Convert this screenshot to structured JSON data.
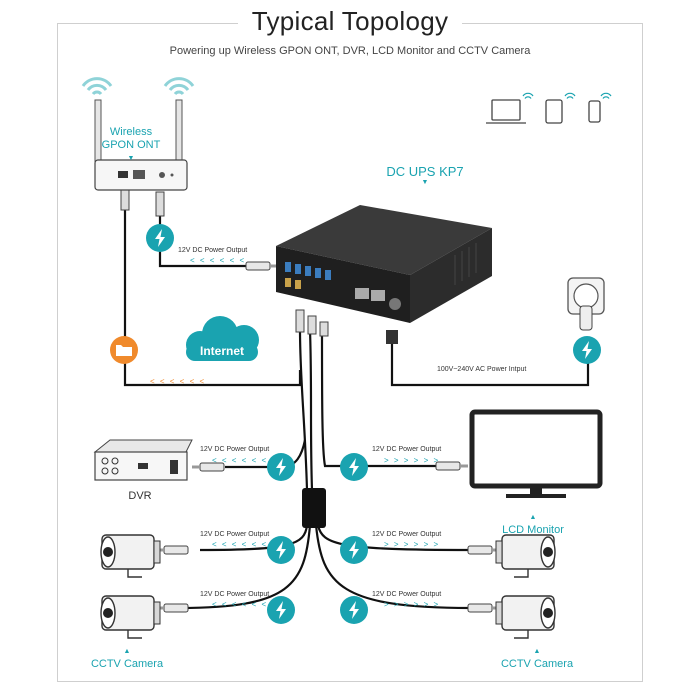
{
  "title": "Typical Topology",
  "subtitle": "Powering up Wireless GPON ONT, DVR, LCD Monitor and CCTV Camera",
  "ont_label_line1": "Wireless",
  "ont_label_line2": "GPON ONT",
  "ups_label": "DC UPS KP7",
  "internet_label": "Internet",
  "dvr_label": "DVR",
  "lcd_label": "LCD Monitor",
  "cctv_left_label": "CCTV Camera",
  "cctv_right_label": "CCTV Camera",
  "power_output_label": "12V DC Power Output",
  "ac_input_label": "100V~240V AC Power Intput",
  "arrows_left": "< < < < < <",
  "arrows_right": "> > > > > >",
  "colors": {
    "teal": "#1aa3b0",
    "orange": "#f08a2c",
    "device": "#2a2a2a"
  },
  "icons": [
    "bolt-icon",
    "folder-icon",
    "wifi-icon",
    "laptop-icon",
    "tablet-icon",
    "phone-icon",
    "cloud-icon"
  ]
}
